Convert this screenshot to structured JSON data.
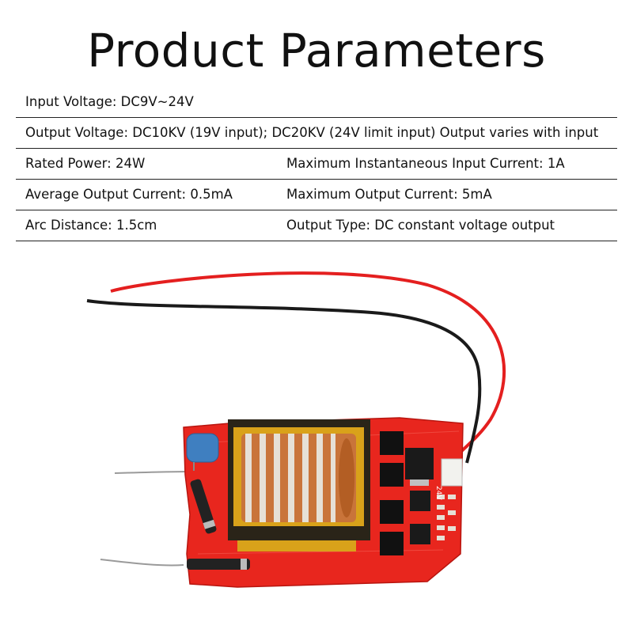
{
  "title": "Product Parameters",
  "rows": [
    {
      "left": "Input Voltage: DC9V~24V"
    },
    {
      "left": "Output Voltage: DC10KV (19V input); DC20KV (24V limit input) Output varies with input"
    },
    {
      "left": "Rated Power: 24W",
      "right": "Maximum Instantaneous Input Current: 1A"
    },
    {
      "left": "Average Output Current: 0.5mA",
      "right": "Maximum Output Current: 5mA"
    },
    {
      "left": "Arc Distance: 1.5cm",
      "right": "Output Type: DC constant voltage output"
    }
  ],
  "board_label": "24V",
  "colors": {
    "pcb": "#e8261e",
    "transformer": "#2a2418",
    "bobbin": "#d9a21a",
    "copper": "#c9743a",
    "capacitor": "#3f7fc0"
  }
}
